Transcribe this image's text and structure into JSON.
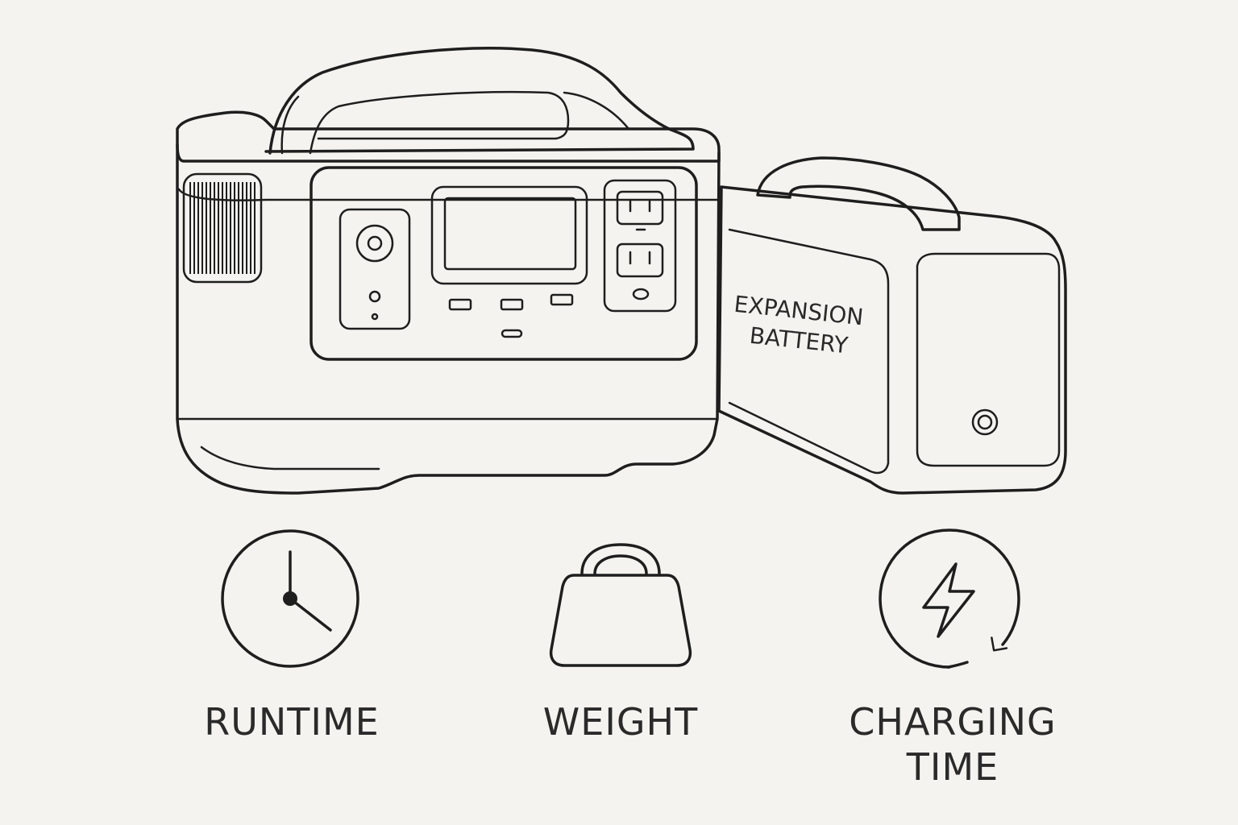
{
  "illustration": {
    "power_station_icon": "portable-power-station-icon",
    "expansion_battery": {
      "label_line1": "EXPANSION",
      "label_line2": "BATTERY"
    }
  },
  "features": [
    {
      "icon": "clock-icon",
      "label": "RUNTIME"
    },
    {
      "icon": "weight-icon",
      "label": "WEIGHT"
    },
    {
      "icon": "charging-icon",
      "label": "CHARGING\nTIME"
    }
  ],
  "colors": {
    "background": "#f4f3ef",
    "ink": "#1e1e1e"
  }
}
